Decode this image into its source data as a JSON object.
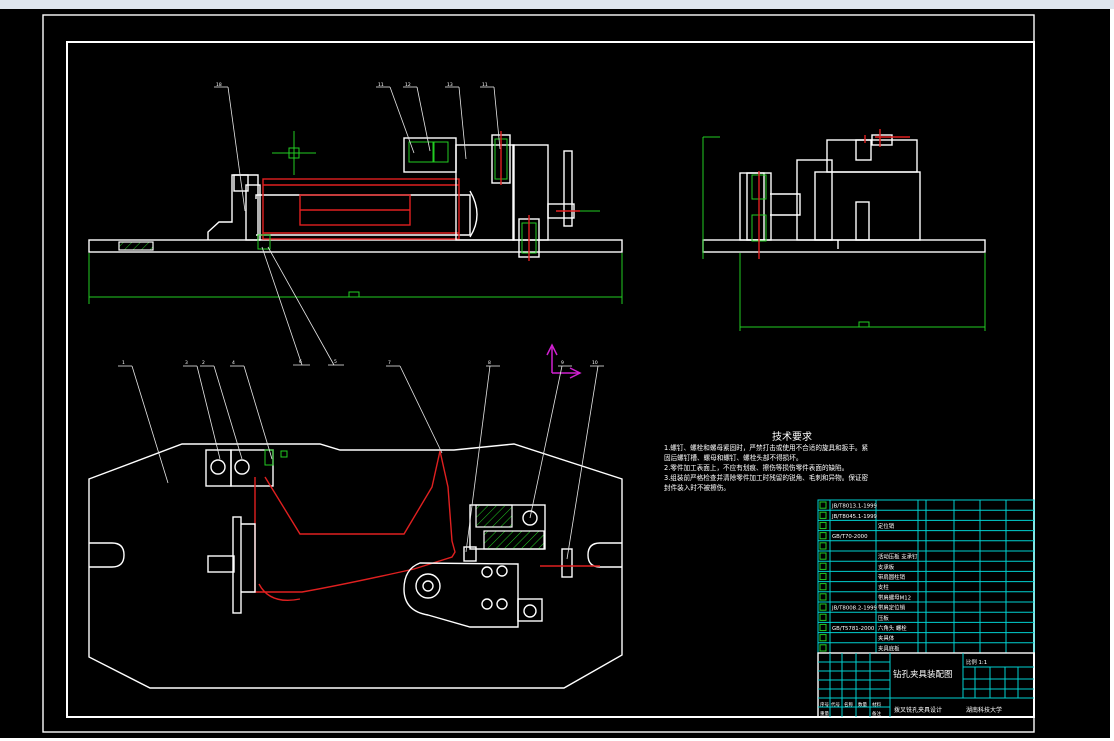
{
  "tech_requirements": {
    "heading": "技术要求",
    "lines": [
      "1.螺钉、螺栓和螺母紧固时，严禁打击或使用不合适的旋具和扳手。紧",
      "固后螺钉槽、螺母和螺钉、螺栓头部不得损坏。",
      "2.零件加工表面上，不应有划痕、擦伤等损伤零件表面的缺陷。",
      "3.组装前严格检查并清除零件加工时残留的锐角、毛刺和异物。保证密",
      "封件装入时不被擦伤。"
    ]
  },
  "balloons_top": [
    "18",
    "11",
    "12",
    "13",
    "11",
    "6",
    "5"
  ],
  "balloons_bottom": [
    "1",
    "3",
    "2",
    "4",
    "7",
    "8",
    "9",
    "10"
  ],
  "parts_table": {
    "rows": [
      {
        "std": "JB/T8013.1-1999",
        "name": ""
      },
      {
        "std": "JB/T8045.1-1999",
        "name": ""
      },
      {
        "std": "",
        "name": "定位销"
      },
      {
        "std": "GB/T70-2000",
        "name": ""
      },
      {
        "std": "",
        "name": ""
      },
      {
        "std": "",
        "name": "活动压板 支承钉"
      },
      {
        "std": "",
        "name": "支承板"
      },
      {
        "std": "",
        "name": "带肩圆柱销"
      },
      {
        "std": "",
        "name": "支柱"
      },
      {
        "std": "",
        "name": "带肩螺母M12"
      },
      {
        "std": "JB/T8008.2-1999",
        "name": "带肩定位销"
      },
      {
        "std": "",
        "name": "压板"
      },
      {
        "std": "GB/T5781-2000",
        "name": "六角头 螺栓"
      },
      {
        "std": "",
        "name": "夹具体"
      },
      {
        "std": "",
        "name": "夹具底板"
      }
    ],
    "header_cells": [
      "序号",
      "代号",
      "名称",
      "数量",
      "材料",
      "重量",
      "备注"
    ]
  },
  "title_block": {
    "drawing_name": "钻孔夹具装配图",
    "part_name": "拨叉铣孔夹具设计",
    "school": "湖南科技大学",
    "scale_label": "比例 1:1"
  },
  "colors": {
    "background": "#000000",
    "outline": "#ffffff",
    "workpiece": "#e02020",
    "dimension": "#22cc22",
    "table_lines": "#00d0d0",
    "ucs": "#d020d0"
  }
}
